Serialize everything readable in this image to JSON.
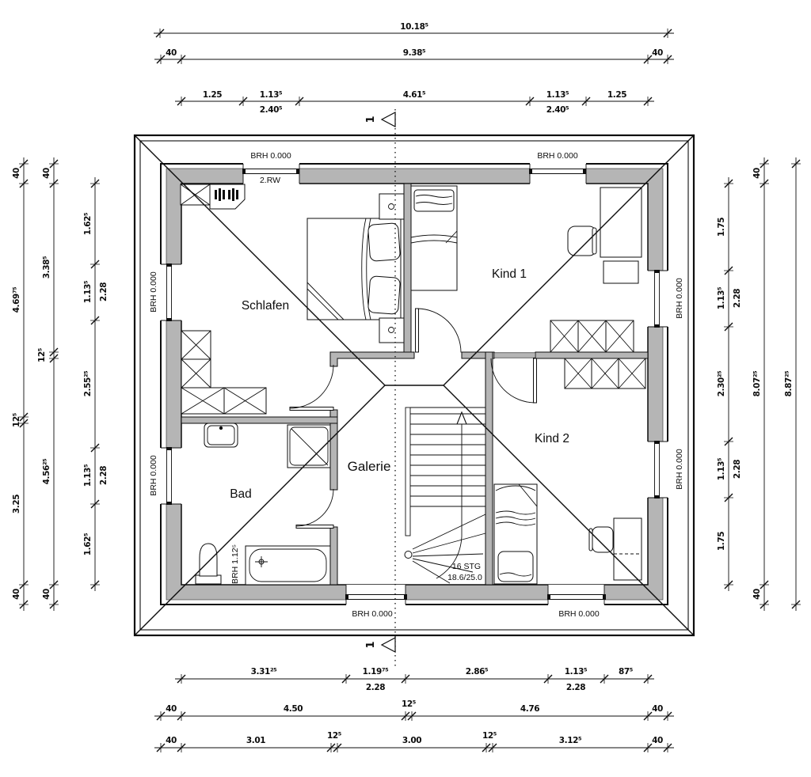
{
  "rooms": {
    "schlafen": "Schlafen",
    "kind1": "Kind 1",
    "kind2": "Kind 2",
    "bad": "Bad",
    "galerie": "Galerie"
  },
  "annotations": {
    "brh_zero": "BRH 0.000",
    "brh_tub": "BRH 1.12⁵",
    "second_rescue": "2.RW",
    "stairs_line1": "16 STG",
    "stairs_line2": "18.6/25.0",
    "section_number": "1"
  },
  "dims": {
    "top": {
      "overall": "10.18⁵",
      "row2": [
        "40",
        "9.38⁵",
        "40"
      ],
      "row3": [
        "1.25",
        "1.13⁵",
        "4.61⁵",
        "1.13⁵",
        "1.25"
      ],
      "row3_sub": [
        "2.40⁵",
        "2.40⁵"
      ]
    },
    "bottom": {
      "row1": [
        "3.31²⁵",
        "1.19⁷⁵",
        "2.86⁵",
        "1.13⁵",
        "87⁵"
      ],
      "row1_sub": [
        "2.28",
        "2.28"
      ],
      "row2": [
        "40",
        "4.50",
        "12⁵",
        "4.76",
        "40"
      ],
      "row3": [
        "40",
        "3.01",
        "12⁵",
        "3.00",
        "12⁵",
        "3.12⁵",
        "40"
      ]
    },
    "left": {
      "outer": [
        "40",
        "4.69⁷⁵",
        "12⁵",
        "3.25",
        "40"
      ],
      "middle": [
        "40",
        "3.38⁵",
        "12⁵",
        "4.56²⁵",
        "40"
      ],
      "inner": [
        "1.62⁵",
        "1.13⁵",
        "2.55²⁵",
        "1.13⁵",
        "1.62⁵"
      ],
      "inner_sub": [
        "2.28",
        "2.28"
      ]
    },
    "right": {
      "inner": [
        "1.75",
        "1.13⁵",
        "2.30²⁵",
        "1.13⁵",
        "1.75"
      ],
      "inner_sub": [
        "2.28",
        "2.28"
      ],
      "middle": [
        "40",
        "8.07²⁵",
        "40"
      ],
      "outer": "8.87²⁵"
    }
  },
  "colors": {
    "wall_fill": "#b5b5b5",
    "line": "#0d0d0d",
    "background": "#ffffff"
  }
}
